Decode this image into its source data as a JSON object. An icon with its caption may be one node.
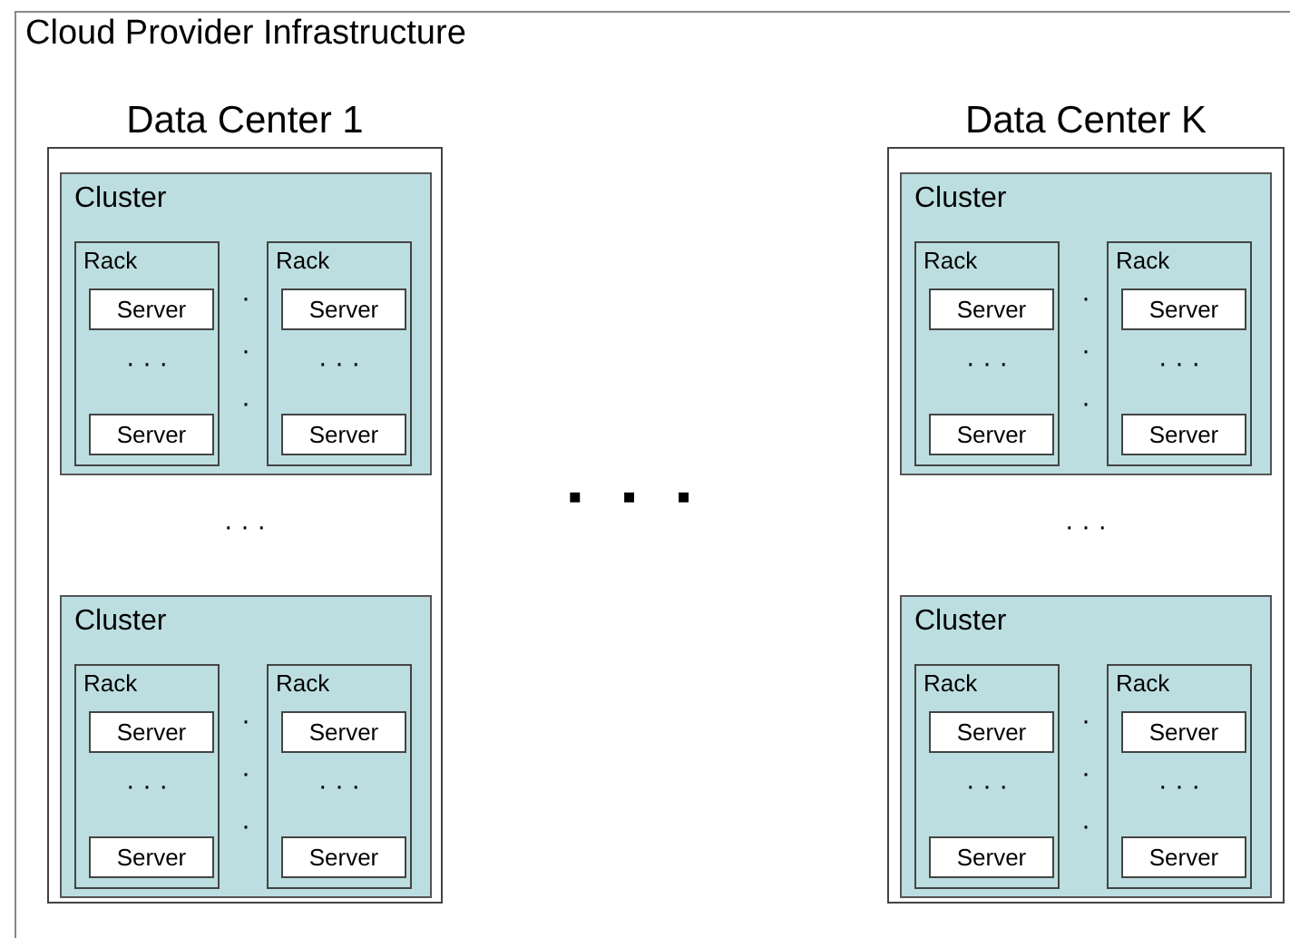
{
  "diagram": {
    "nodes": [
      {
        "text": [
          "Cloud Provider Infrastructure",
          "▪ ▪ ▪"
        ]
      },
      {
        "text": [
          "Data Center 1",
          "· · ·"
        ],
        "in": 0
      },
      {
        "text": [
          "Cluster",
          "· · ·"
        ],
        "in": 1
      },
      {
        "text": [
          "Rack",
          "· · ·"
        ],
        "in": 2
      },
      {
        "text": [
          "Server"
        ],
        "in": 3
      },
      {
        "text": [
          "Server"
        ],
        "in": 3
      },
      {
        "text": [
          "Rack",
          "· · ·"
        ],
        "in": 2
      },
      {
        "text": [
          "Server"
        ],
        "in": 6
      },
      {
        "text": [
          "Server"
        ],
        "in": 6
      },
      {
        "text": [
          "Cluster",
          "· · ·"
        ],
        "in": 1
      },
      {
        "text": [
          "Rack",
          "· · ·"
        ],
        "in": 9
      },
      {
        "text": [
          "Server"
        ],
        "in": 10
      },
      {
        "text": [
          "Server"
        ],
        "in": 10
      },
      {
        "text": [
          "Rack",
          "· · ·"
        ],
        "in": 9
      },
      {
        "text": [
          "Server"
        ],
        "in": 13
      },
      {
        "text": [
          "Server"
        ],
        "in": 13
      },
      {
        "text": [
          "Data Center K",
          "· · ·"
        ],
        "in": 0
      },
      {
        "text": [
          "Cluster",
          "· · ·"
        ],
        "in": 16
      },
      {
        "text": [
          "Rack",
          "· · ·"
        ],
        "in": 17
      },
      {
        "text": [
          "Server"
        ],
        "in": 18
      },
      {
        "text": [
          "Server"
        ],
        "in": 18
      },
      {
        "text": [
          "Rack",
          "· · ·"
        ],
        "in": 17
      },
      {
        "text": [
          "Server"
        ],
        "in": 21
      },
      {
        "text": [
          "Server"
        ],
        "in": 21
      },
      {
        "text": [
          "Cluster",
          "· · ·"
        ],
        "in": 16
      },
      {
        "text": [
          "Rack",
          "· · ·"
        ],
        "in": 24
      },
      {
        "text": [
          "Server"
        ],
        "in": 25
      },
      {
        "text": [
          "Server"
        ],
        "in": 25
      },
      {
        "text": [
          "Rack",
          "· · ·"
        ],
        "in": 24
      },
      {
        "text": [
          "Server"
        ],
        "in": 28
      },
      {
        "text": [
          "Server"
        ],
        "in": 28
      }
    ]
  }
}
